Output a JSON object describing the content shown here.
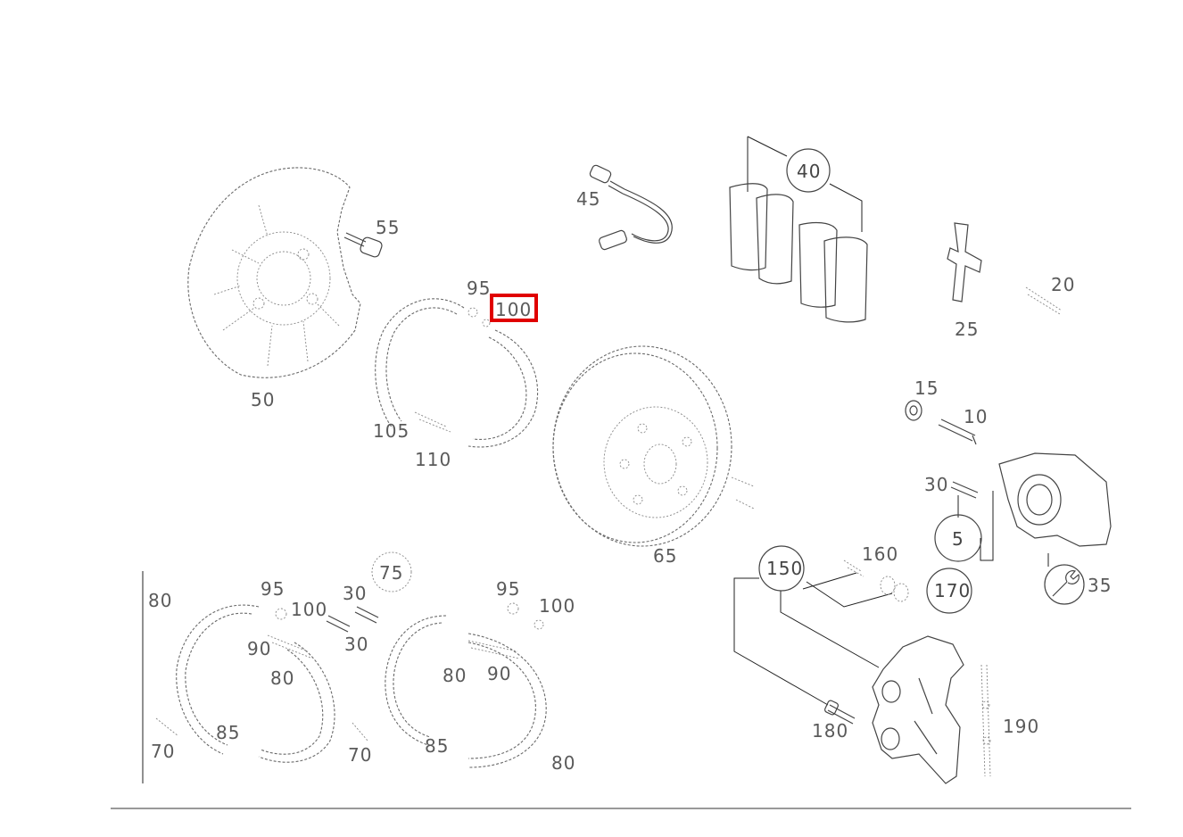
{
  "labels": {
    "p5": "5",
    "p10": "10",
    "p15": "15",
    "p20": "20",
    "p25": "25",
    "p30_caliper": "30",
    "p35": "35",
    "p40": "40",
    "p45": "45",
    "p50": "50",
    "p55": "55",
    "p65": "65",
    "p75": "75",
    "p150": "150",
    "p160": "160",
    "p170": "170",
    "p180": "180",
    "p190": "190",
    "shoe_top_95": "95",
    "shoe_top_100": "100",
    "left_80a": "80",
    "left_95": "95",
    "left_100": "100",
    "left_30a": "30",
    "left_30b": "30",
    "left_90": "90",
    "left_80b": "80",
    "left_85": "85",
    "left_70a": "70",
    "left_70b": "70",
    "right_95": "95",
    "right_100": "100",
    "right_80a": "80",
    "right_90": "90",
    "right_85": "85",
    "right_80b": "80",
    "p110": "110"
  },
  "icons": {
    "wrench": "wrench-icon"
  },
  "colors": {
    "highlight": "#e00000",
    "ink": "#444444"
  }
}
